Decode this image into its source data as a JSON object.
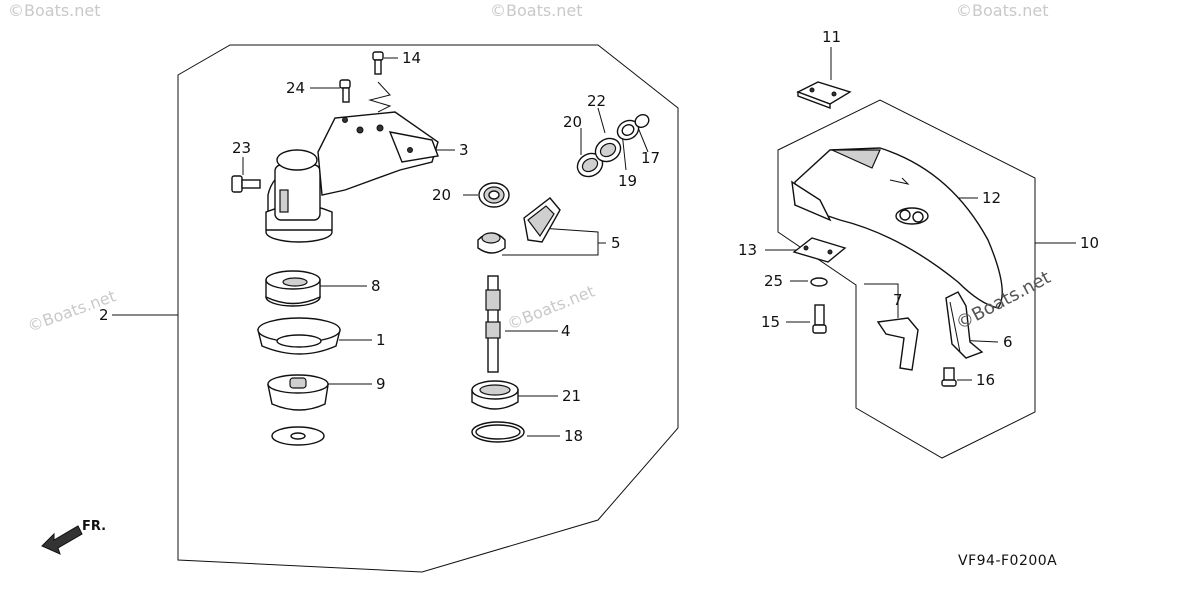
{
  "diagram": {
    "code": "VF94-F0200A",
    "direction_label": "FR.",
    "watermark": "©Boats.net",
    "callouts": {
      "c1": "1",
      "c2": "2",
      "c3": "3",
      "c4": "4",
      "c5": "5",
      "c6": "6",
      "c7": "7",
      "c8": "8",
      "c9": "9",
      "c10": "10",
      "c11": "11",
      "c12": "12",
      "c13": "13",
      "c14": "14",
      "c15": "15",
      "c16": "16",
      "c17": "17",
      "c18": "18",
      "c19": "19",
      "c20a": "20",
      "c20b": "20",
      "c21": "21",
      "c22": "22",
      "c23": "23",
      "c24": "24",
      "c25": "25"
    }
  }
}
